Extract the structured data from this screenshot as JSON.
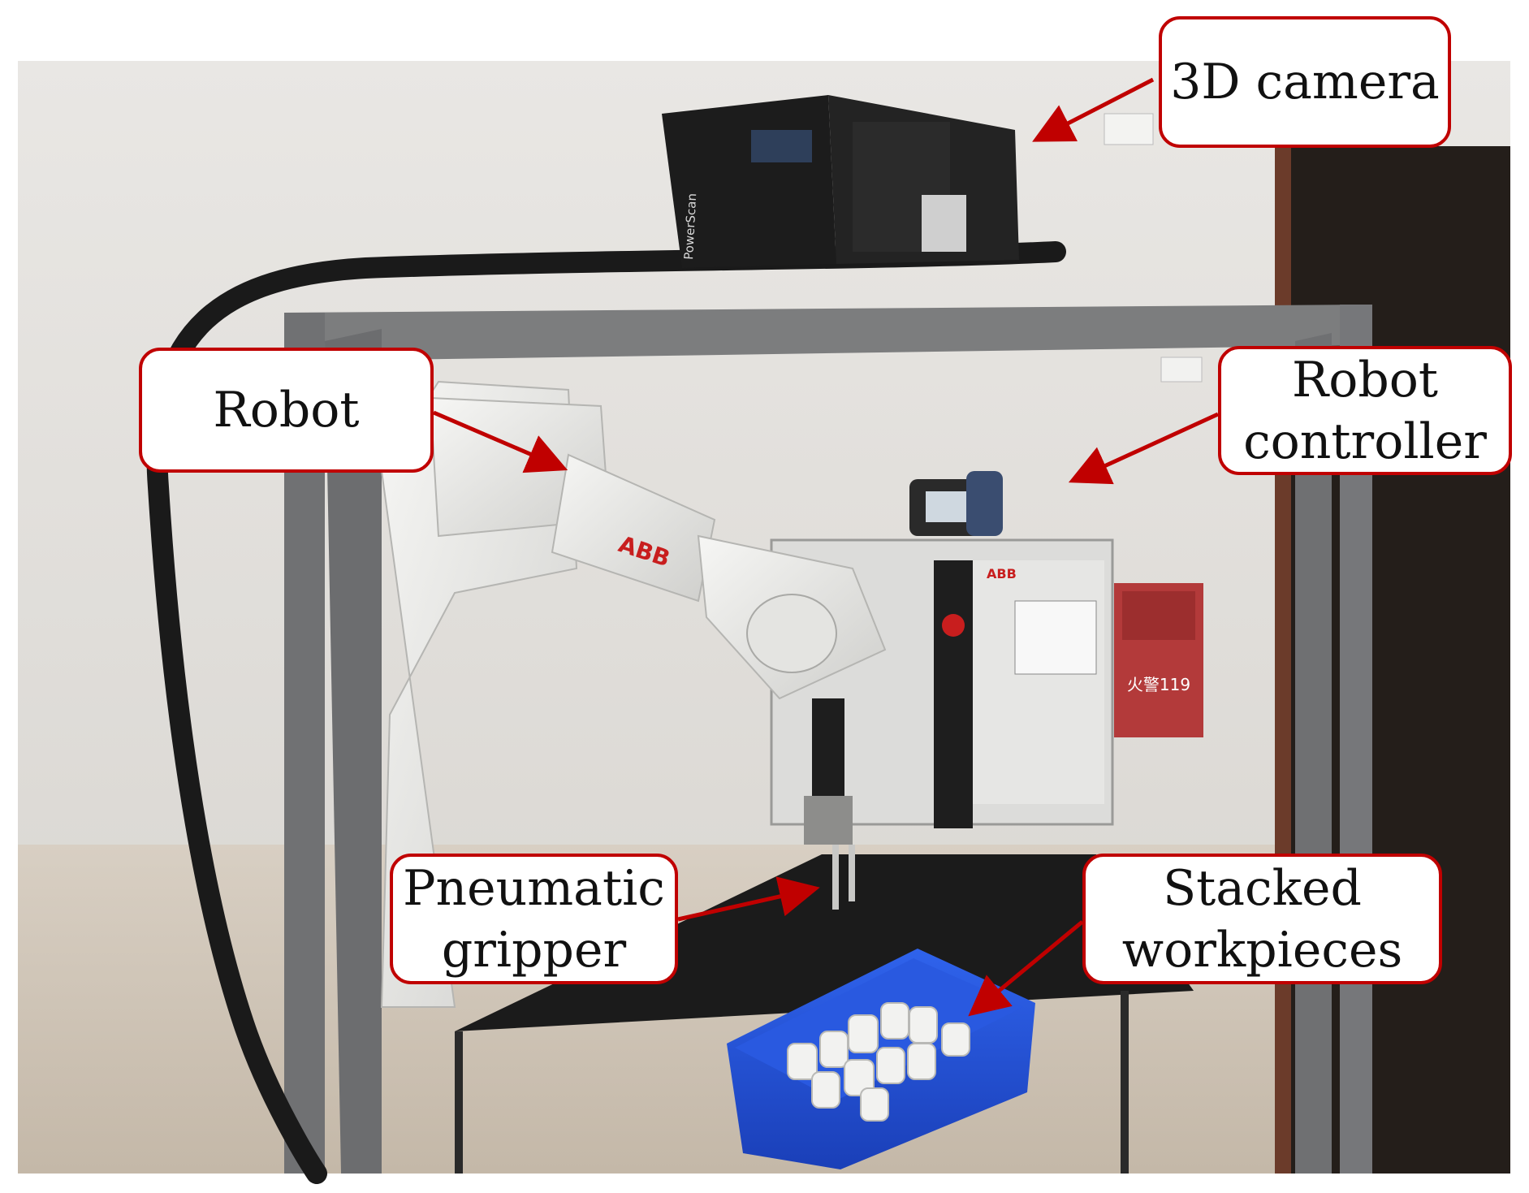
{
  "labels": {
    "camera": "3D camera",
    "robot": "Robot",
    "controller_line1": "Robot",
    "controller_line2": "controller",
    "gripper_line1": "Pneumatic",
    "gripper_line2": "gripper",
    "workpieces_line1": "Stacked",
    "workpieces_line2": "workpieces"
  },
  "photo_text": {
    "robot_brand": "ABB",
    "controller_brand": "ABB",
    "camera_model": "PowerScan",
    "fire_box_phone": "火警119"
  },
  "colors": {
    "callout_border": "#c00000",
    "arrow": "#c00000",
    "bin": "#1f4fd8",
    "wall": "#e4e2de"
  }
}
